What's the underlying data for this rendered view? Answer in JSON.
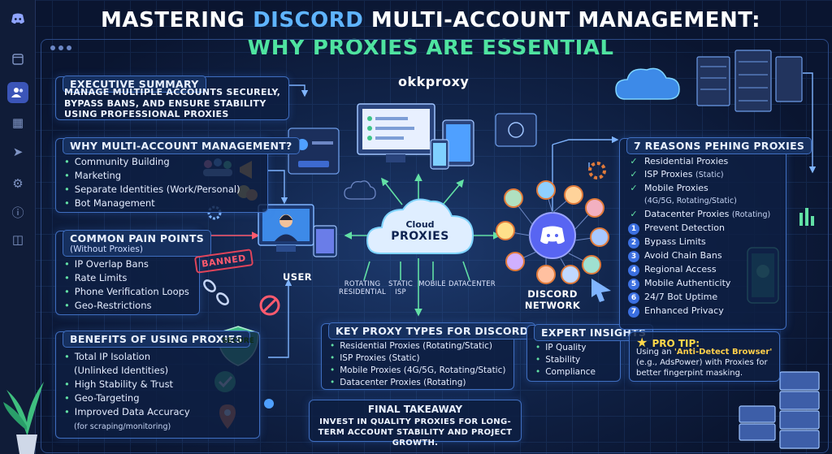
{
  "title": {
    "line1_a": "MASTERING ",
    "line1_b": "DISCORD",
    "line1_c": " MULTI-ACCOUNT MANAGEMENT:",
    "line2": "WHY PROXIES ARE ESSENTIAL"
  },
  "brand": "okkproxy",
  "executive_summary": {
    "heading": "EXECUTIVE SUMMARY",
    "text": "MANAGE MULTIPLE ACCOUNTS SECURELY, BYPASS BANS, AND ENSURE STABILITY USING PROFESSIONAL PROXIES"
  },
  "why_multi": {
    "heading": "WHY MULTI-ACCOUNT MANAGEMENT?",
    "items": [
      "Community Building",
      "Marketing",
      "Separate Identities (Work/Personal)",
      "Bot Management"
    ]
  },
  "pain_points": {
    "heading": "COMMON PAIN POINTS",
    "subheading": "(Without Proxies)",
    "items": [
      "IP Overlap Bans",
      "Rate Limits",
      "Phone Verification Loops",
      "Geo-Restrictions"
    ],
    "stamp": "BANNED"
  },
  "benefits": {
    "heading": "BENEFITS OF USING PROXIES",
    "badge": "SECURE",
    "items": [
      {
        "main": "Total IP Isolation",
        "sub": "(Unlinked Identities)"
      },
      {
        "main": "High Stability & Trust",
        "sub": ""
      },
      {
        "main": "Geo-Targeting",
        "sub": ""
      },
      {
        "main": "Improved Data Accuracy",
        "sub": "(for scraping/monitoring)"
      }
    ]
  },
  "center": {
    "user_label": "USER",
    "cloud_top": "Cloud",
    "cloud_main": "PROXIES",
    "proxy_labels": [
      "ROTATING RESIDENTIAL",
      "STATIC ISP",
      "MOBILE",
      "DATACENTER"
    ],
    "network_label_1": "DISCORD",
    "network_label_2": "NETWORK"
  },
  "key_types": {
    "heading": "KEY PROXY TYPES FOR DISCORD",
    "items": [
      "Residential Proxies (Rotating/Static)",
      "ISP Proxies (Static)",
      "Mobile Proxies (4G/5G, Rotating/Static)",
      "Datacenter Proxies (Rotating)"
    ]
  },
  "expert": {
    "heading": "EXPERT INSIGHTS",
    "items": [
      "IP Quality",
      "Stability",
      "Compliance"
    ]
  },
  "final": {
    "heading": "FINAL TAKEAWAY",
    "text": "INVEST IN QUALITY PROXIES FOR LONG-TERM ACCOUNT STABILITY AND PROJECT GROWTH."
  },
  "reasons": {
    "heading": "7 REASONS PEHING PROXIES",
    "checks": [
      {
        "main": "Residential Proxies",
        "sub": ""
      },
      {
        "main": "ISP Proxies",
        "sub": "(Static)"
      },
      {
        "main": "Mobile Proxies",
        "sub": "(4G/5G, Rotating/Static)"
      },
      {
        "main": "Datacenter Proxies",
        "sub": "(Rotating)"
      }
    ],
    "numbered": [
      "Prevent Detection",
      "Bypass Limits",
      "Avoid Chain Bans",
      "Regional Access",
      "Mobile Authenticity",
      "24/7 Bot Uptime",
      "Enhanced Privacy"
    ]
  },
  "pro_tip": {
    "heading": "PRO TIP:",
    "text_a": "Using an ",
    "highlight": "'Anti-Detect Browser'",
    "text_b": " (e.g., AdsPower) with Proxies for better fingerpint masking."
  },
  "colors": {
    "accent_blue": "#5fb4ff",
    "accent_green": "#4fe3a0",
    "panel_border": "#3f6ec0",
    "danger": "#e0445a"
  },
  "icons": [
    "discord-icon",
    "window-icon",
    "users-icon",
    "puzzle-icon",
    "rocket-icon",
    "gear-icon",
    "info-icon",
    "layout-icon"
  ]
}
